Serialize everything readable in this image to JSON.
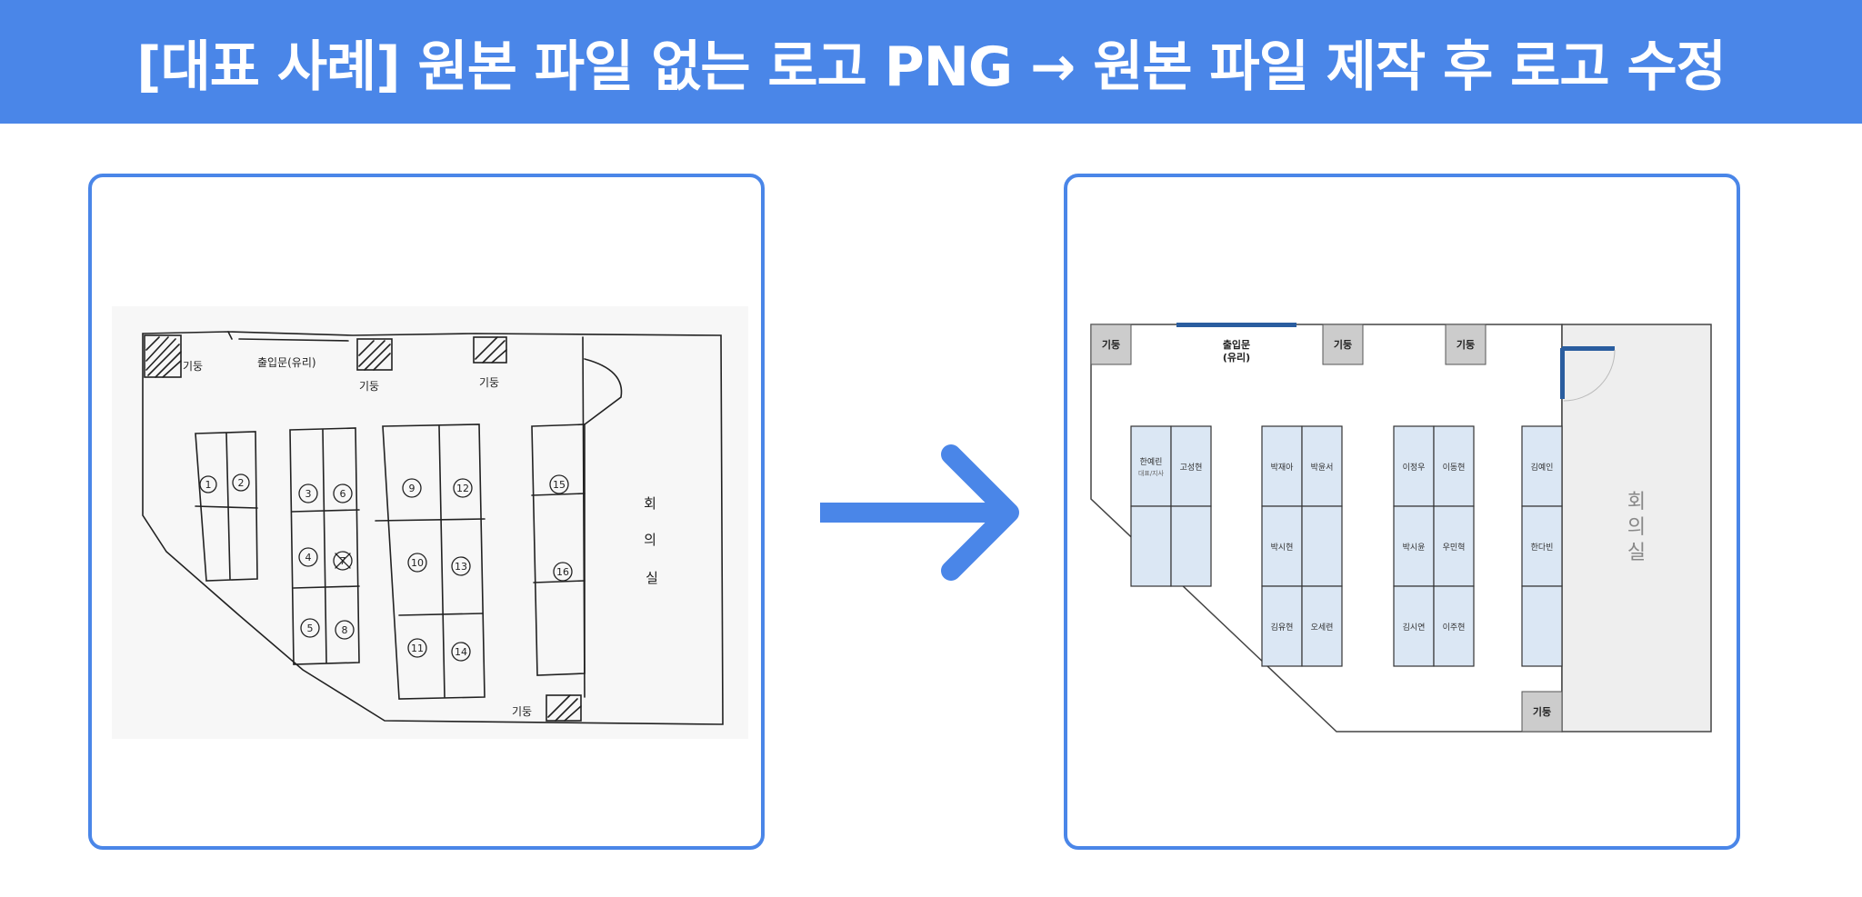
{
  "title": "[대표 사례] 원본 파일 없는 로고 PNG → 원본 파일 제작 후 로고 수정",
  "colors": {
    "accent": "#4a86e8",
    "desk": "#dbe7f4",
    "pillar": "#cccccc",
    "meeting_room": "#eeeeee",
    "door": "#2a5d9f"
  },
  "before": {
    "label_entrance": "출입문(유리)",
    "label_pillar": "기둥",
    "label_meeting": "회의실",
    "seat_numbers": [
      "1",
      "2",
      "3",
      "4",
      "5",
      "6",
      "7",
      "8",
      "9",
      "10",
      "11",
      "12",
      "13",
      "14",
      "15",
      "16"
    ]
  },
  "after": {
    "pillar_label": "기둥",
    "entrance_label": "출입문",
    "entrance_sub": "(유리)",
    "meeting_room_label": [
      "회",
      "의",
      "실"
    ],
    "desk_names": {
      "d1": "한예린",
      "d1_sub": "대표/지사",
      "d2": "고성현",
      "d3": "박재아",
      "d4": "박윤서",
      "d5": "박시현",
      "d6": "김유현",
      "d7": "오세련",
      "d8": "이정우",
      "d9": "이동현",
      "d10": "박시윤",
      "d11": "우민혁",
      "d12": "김시연",
      "d13": "이주현",
      "d14": "김예인",
      "d15": "한다빈"
    }
  },
  "arrow_icon": "right-arrow-icon"
}
